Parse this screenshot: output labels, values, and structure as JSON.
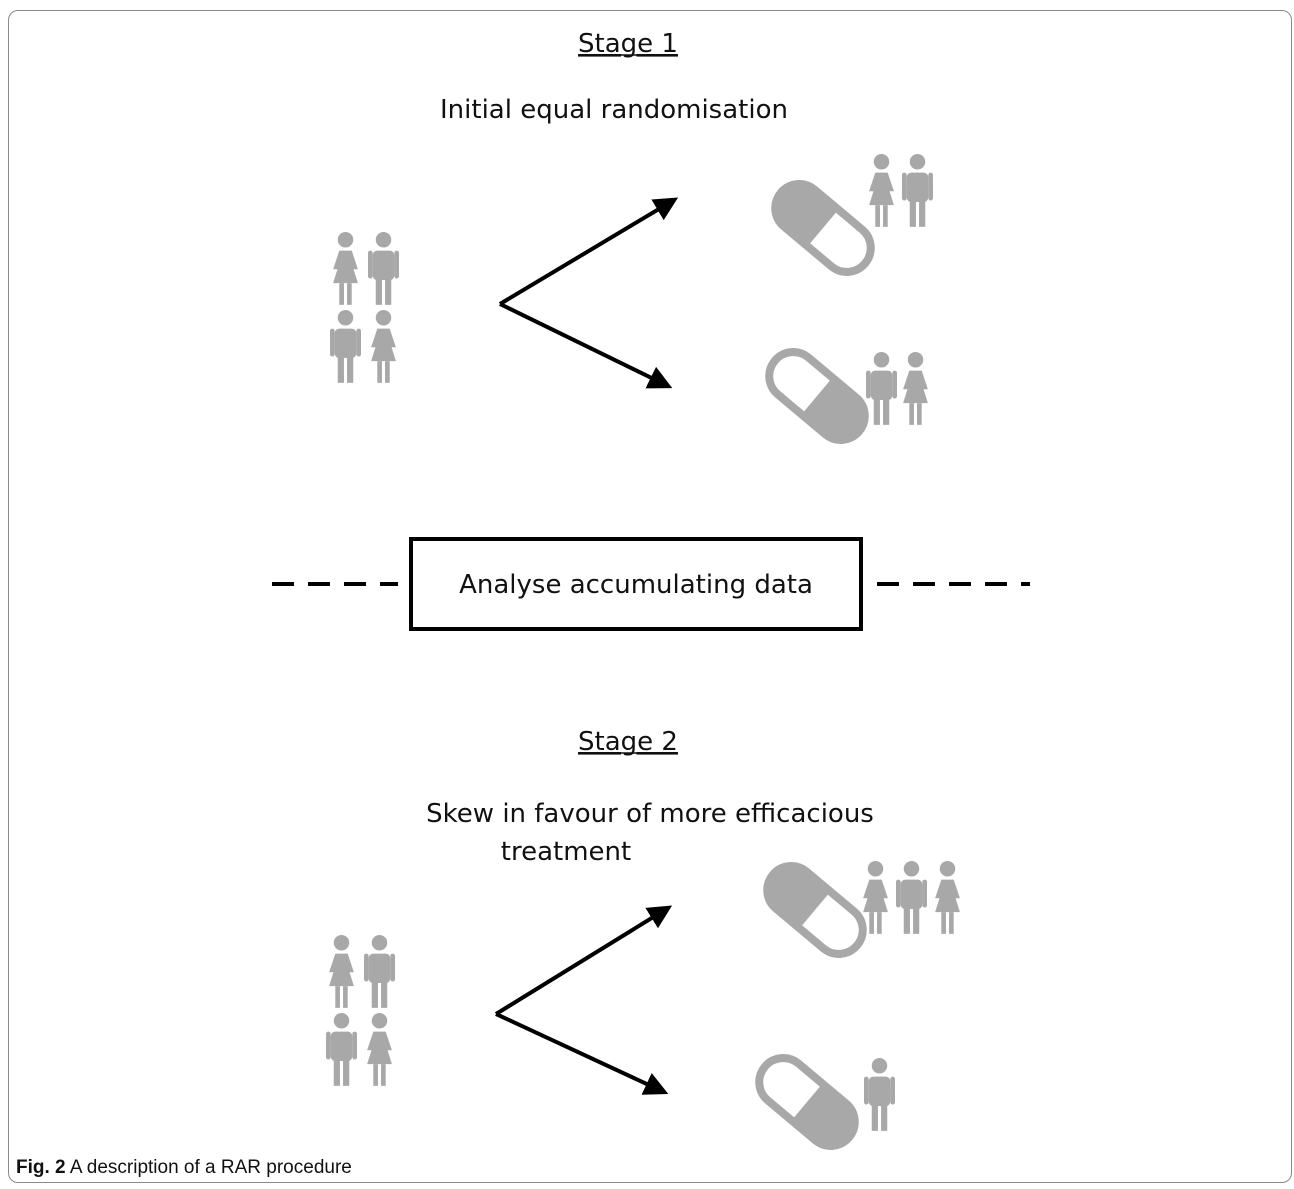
{
  "stage1": {
    "heading": "Stage 1",
    "subtitle": "Initial equal randomisation"
  },
  "box": {
    "label": "Analyse accumulating data"
  },
  "stage2": {
    "heading": "Stage 2",
    "subtitle_line1": "Skew in favour of more efficacious",
    "subtitle_line2": "treatment"
  },
  "caption": {
    "prefix": "Fig. 2",
    "text": "A description of a RAR procedure"
  },
  "icons": {
    "person_female": "person-female-icon",
    "person_male": "person-male-icon",
    "pill": "pill-capsule-icon"
  },
  "colors": {
    "icon_gray": "#a8a8a8",
    "line_black": "#000000"
  }
}
